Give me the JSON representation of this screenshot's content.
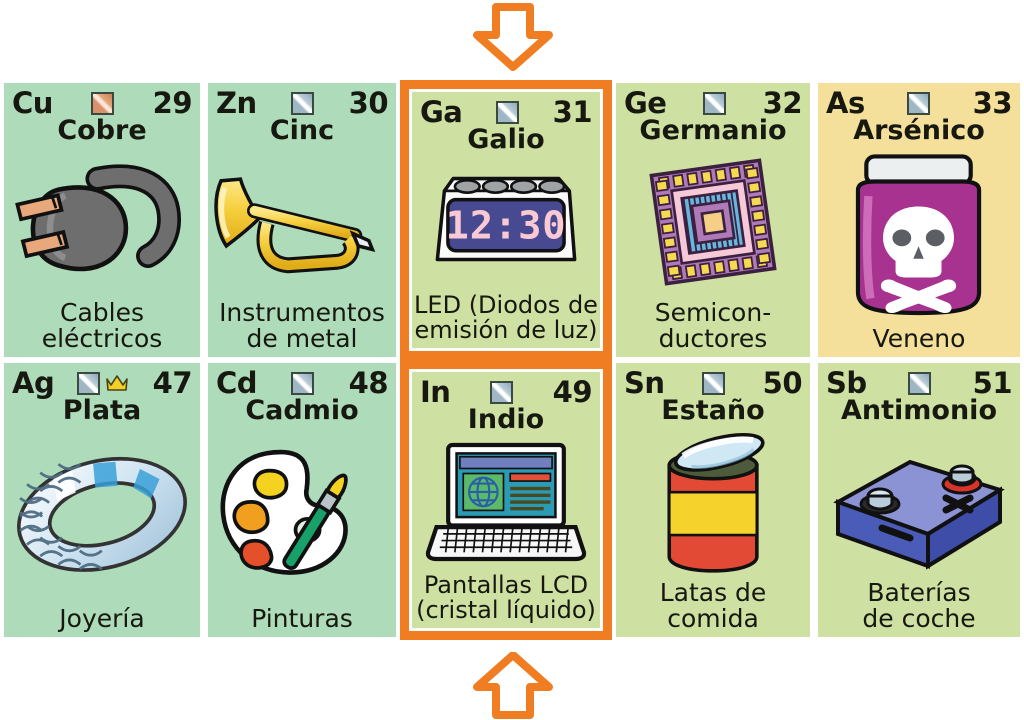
{
  "arrows": {
    "top": {
      "icon": "arrow-down-icon",
      "color": "#f07d22",
      "points_to": "Ga"
    },
    "bottom": {
      "icon": "arrow-up-icon",
      "color": "#f07d22",
      "points_to": "In"
    }
  },
  "colors": {
    "transition_metal": "#aedcba",
    "post_transition_metal": "#cfe0a3",
    "metalloid": "#f4e09a",
    "highlight": "#f07d22",
    "text": "#17180f"
  },
  "legend": {
    "metal_icon": "metal-swatch-icon",
    "copper_icon": "copper-swatch-icon",
    "crown_icon": "crown-icon"
  },
  "elements": [
    {
      "symbol": "Cu",
      "name": "Cobre",
      "number": "29",
      "use": "Cables\neléctricos",
      "category": "green",
      "swatch": "copper",
      "crown": false,
      "highlight": false,
      "art": "electrical-plug-illustration"
    },
    {
      "symbol": "Zn",
      "name": "Cinc",
      "number": "30",
      "use": "Instrumentos\nde metal",
      "category": "green",
      "swatch": "metal",
      "crown": false,
      "highlight": false,
      "art": "trumpet-illustration"
    },
    {
      "symbol": "Ga",
      "name": "Galio",
      "number": "31",
      "use": "LED (Diodos de\nemisión de luz)",
      "category": "lightgreen",
      "swatch": "metal",
      "crown": false,
      "highlight": true,
      "art": "led-clock-illustration",
      "art_text": "12:30"
    },
    {
      "symbol": "Ge",
      "name": "Germanio",
      "number": "32",
      "use": "Semicon-\nductores",
      "category": "lightgreen",
      "swatch": "metal",
      "crown": false,
      "highlight": false,
      "art": "microchip-illustration"
    },
    {
      "symbol": "As",
      "name": "Arsénico",
      "number": "33",
      "use": "Veneno",
      "category": "yellow",
      "swatch": "metal",
      "crown": false,
      "highlight": false,
      "art": "poison-jar-illustration"
    },
    {
      "symbol": "Ag",
      "name": "Plata",
      "number": "47",
      "use": "Joyería",
      "category": "green",
      "swatch": "metal",
      "crown": true,
      "highlight": false,
      "art": "silver-ring-illustration"
    },
    {
      "symbol": "Cd",
      "name": "Cadmio",
      "number": "48",
      "use": "Pinturas",
      "category": "green",
      "swatch": "metal",
      "crown": false,
      "highlight": false,
      "art": "paint-palette-illustration"
    },
    {
      "symbol": "In",
      "name": "Indio",
      "number": "49",
      "use": "Pantallas LCD\n(cristal líquido)",
      "category": "lightgreen",
      "swatch": "metal",
      "crown": false,
      "highlight": true,
      "art": "laptop-illustration"
    },
    {
      "symbol": "Sn",
      "name": "Estaño",
      "number": "50",
      "use": "Latas de\ncomida",
      "category": "lightgreen",
      "swatch": "metal",
      "crown": false,
      "highlight": false,
      "art": "food-can-illustration"
    },
    {
      "symbol": "Sb",
      "name": "Antimonio",
      "number": "51",
      "use": "Baterías\nde coche",
      "category": "lightgreen",
      "swatch": "metal",
      "crown": false,
      "highlight": false,
      "art": "car-battery-illustration"
    }
  ]
}
